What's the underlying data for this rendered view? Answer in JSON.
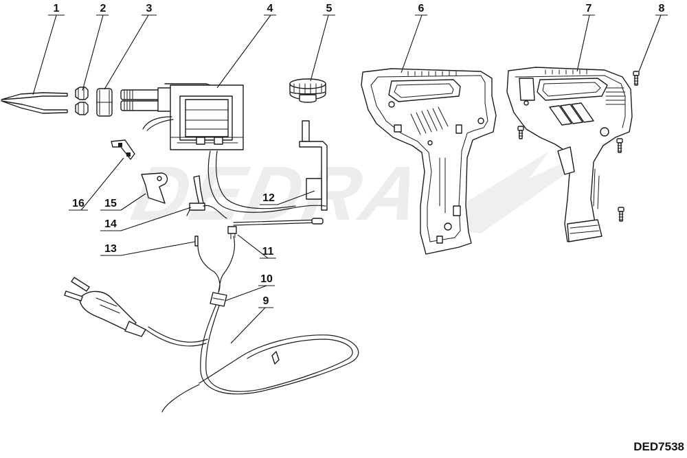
{
  "watermark": "DEDRA",
  "model_code": "DED7538",
  "callouts": [
    {
      "id": "1",
      "label": "1"
    },
    {
      "id": "2",
      "label": "2"
    },
    {
      "id": "3",
      "label": "3"
    },
    {
      "id": "4",
      "label": "4"
    },
    {
      "id": "5",
      "label": "5"
    },
    {
      "id": "6",
      "label": "6"
    },
    {
      "id": "7",
      "label": "7"
    },
    {
      "id": "8",
      "label": "8"
    },
    {
      "id": "9",
      "label": "9"
    },
    {
      "id": "10",
      "label": "10"
    },
    {
      "id": "11",
      "label": "11"
    },
    {
      "id": "12",
      "label": "12"
    },
    {
      "id": "13",
      "label": "13"
    },
    {
      "id": "14",
      "label": "14"
    },
    {
      "id": "15",
      "label": "15"
    },
    {
      "id": "16",
      "label": "16"
    }
  ]
}
